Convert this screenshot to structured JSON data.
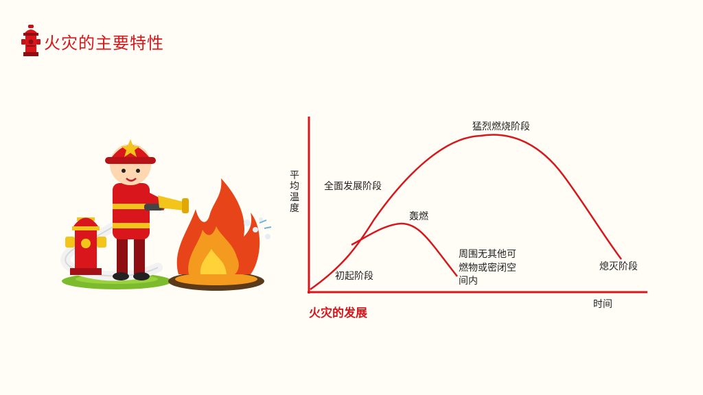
{
  "page": {
    "title": "火灾的主要特性"
  },
  "diagram": {
    "y_axis_label": [
      "平",
      "均",
      "温",
      "度"
    ],
    "x_axis_label": "时间",
    "caption": "火灾的发展",
    "stages": {
      "initial": "初起阶段",
      "full_development": "全面发展阶段",
      "violent_burning": "猛烈燃烧阶段",
      "extinguish": "熄灭阶段",
      "flashover": "轰燃",
      "enclosed_note": [
        "周围无其他可",
        "燃物或密闭空",
        "间内"
      ]
    }
  },
  "colors": {
    "accent": "#d8161b",
    "curve": "#d8161b",
    "background": "#fffdf6"
  },
  "icons": [
    "fire-hydrant-icon",
    "firefighter-illustration",
    "flame-illustration"
  ]
}
